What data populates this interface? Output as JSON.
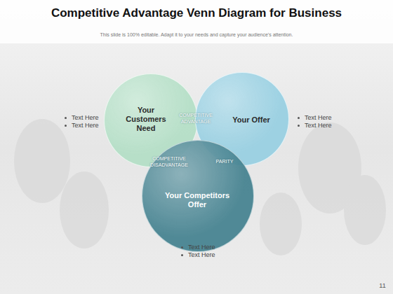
{
  "diagram": {
    "title": "Competitive Advantage Venn Diagram for Business",
    "nodes": [
      {
        "text": [
          "Your Customers Need"
        ]
      },
      {
        "text": [
          "Your Offer"
        ]
      },
      {
        "text": [
          "Your Competitors Offer"
        ]
      }
    ],
    "labels": [
      "This slide is 100% editable. Adapt it to your needs and capture your audience's attention.",
      "COMPETITIVE ADVANTAGE",
      "COMPETITIVE DISADVANTAGE",
      "PARITY",
      "Text Here",
      "Text Here",
      "Text Here",
      "Text Here",
      "Text Here",
      "Text Here",
      "11"
    ]
  }
}
